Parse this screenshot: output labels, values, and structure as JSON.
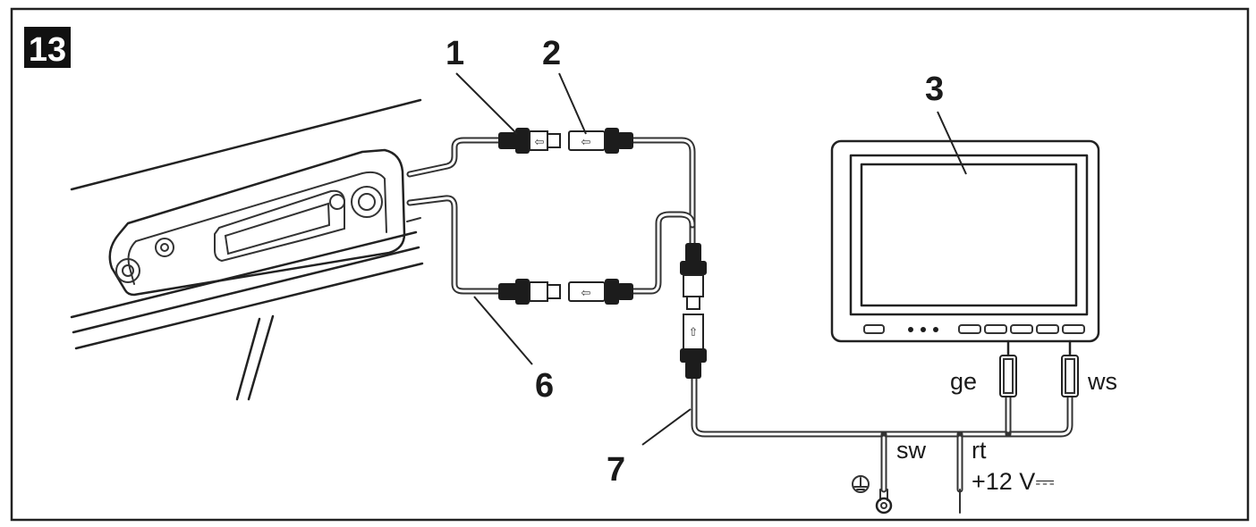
{
  "figure": {
    "number": "13",
    "callouts": [
      "1",
      "2",
      "3",
      "6",
      "7"
    ],
    "wire_labels": {
      "yellow": "ge",
      "white": "ws",
      "black": "sw",
      "red": "rt",
      "voltage": "+12 V⎓"
    },
    "icons": [
      "ground-symbol-icon",
      "ring-terminal-icon",
      "arrow-icon"
    ]
  }
}
